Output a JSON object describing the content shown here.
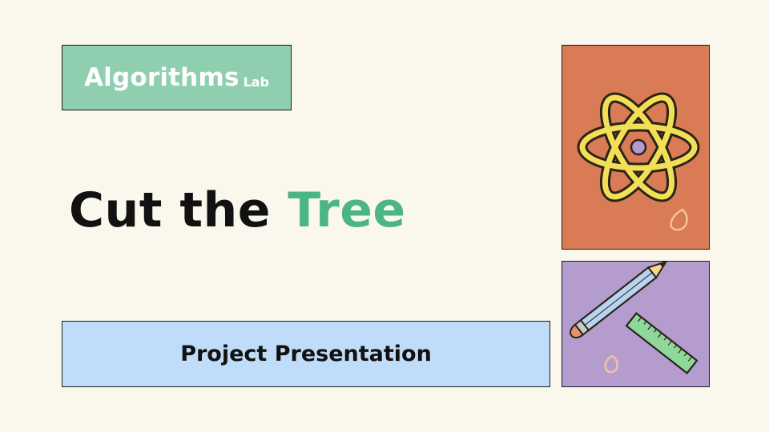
{
  "tag": {
    "main": "Algorithms",
    "sub": "Lab"
  },
  "title": {
    "part1": "Cut the ",
    "accent": "Tree"
  },
  "subtitle": "Project Presentation",
  "colors": {
    "background": "#faf7ec",
    "tag_bg": "#8fcfb0",
    "title_accent": "#4cb585",
    "subtitle_bg": "#bfdcf8",
    "atom_panel_bg": "#d97b54",
    "pencil_panel_bg": "#b49ccf"
  },
  "illustrations": [
    "atom-icon",
    "pencil-icon",
    "ruler-icon"
  ]
}
